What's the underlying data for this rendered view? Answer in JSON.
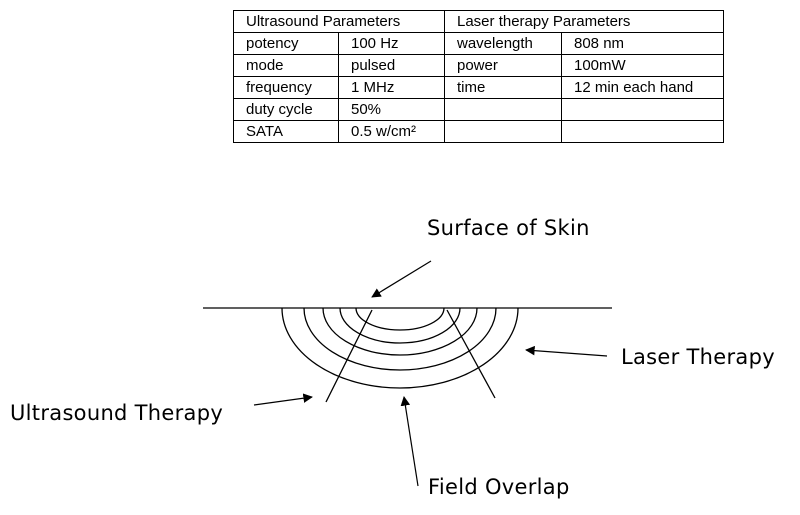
{
  "table": {
    "ultrasound_header": "Ultrasound Parameters",
    "laser_header": "Laser therapy Parameters",
    "ultrasound_rows": [
      {
        "param": "potency",
        "value": "100 Hz"
      },
      {
        "param": "mode",
        "value": "pulsed"
      },
      {
        "param": "frequency",
        "value": "1 MHz"
      },
      {
        "param": "duty cycle",
        "value": "50%"
      },
      {
        "param": "SATA",
        "value": "0.5 w/cm²"
      }
    ],
    "laser_rows": [
      {
        "param": "wavelength",
        "value": "808 nm"
      },
      {
        "param": "power",
        "value": "100mW"
      },
      {
        "param": "time",
        "value": "12 min each hand"
      },
      {
        "param": "",
        "value": ""
      },
      {
        "param": "",
        "value": ""
      }
    ]
  },
  "diagram": {
    "surface_label": "Surface of Skin",
    "laser_label": "Laser Therapy",
    "ultrasound_label": "Ultrasound Therapy",
    "overlap_label": "Field Overlap"
  }
}
